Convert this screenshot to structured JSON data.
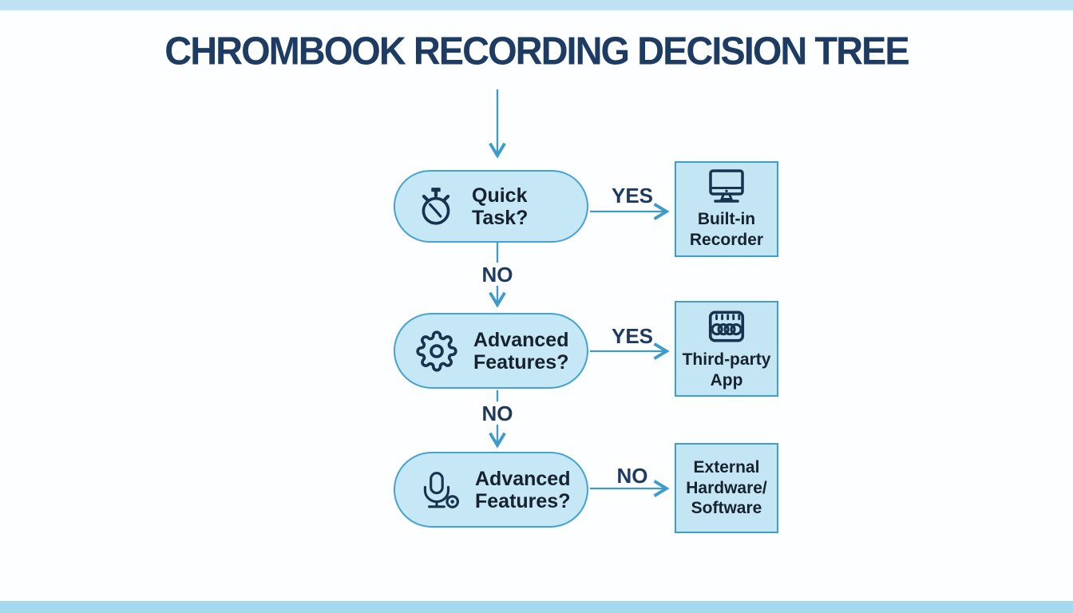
{
  "page": {
    "title": "CHROMBOOK RECORDING DECISION TREE"
  },
  "colors": {
    "accent_arrow": "#3e9bc9",
    "node_fill": "#c6e7f5",
    "node_border": "#44a3d0",
    "box_fill": "#c4e5f3",
    "box_border": "#3f9fcb",
    "title_color": "#1d3b63",
    "text_dark": "#16222f",
    "label_color": "#1e3a5f",
    "top_bar": "#bce2f3",
    "bottom_bar": "#a4d9f0"
  },
  "flow": {
    "nodes": [
      {
        "id": "quick-task",
        "icon": "stopwatch-icon",
        "lines": [
          "Quick Task?"
        ]
      },
      {
        "id": "advanced-features-1",
        "icon": "gear-icon",
        "lines": [
          "Advanced",
          "Features?"
        ]
      },
      {
        "id": "advanced-features-2",
        "icon": "microphone-icon",
        "lines": [
          "Advanced",
          "Features?"
        ]
      }
    ],
    "outcomes": [
      {
        "id": "built-in-recorder",
        "icon": "monitor-icon",
        "lines": [
          "Built-in",
          "Recorder"
        ]
      },
      {
        "id": "third-party-app",
        "icon": "calendar-icon",
        "lines": [
          "Third-party",
          "App"
        ]
      },
      {
        "id": "external-hardware-software",
        "icon": null,
        "lines": [
          "External",
          "Hardware/",
          "Software"
        ]
      }
    ],
    "edges": [
      {
        "from": "start",
        "to": "quick-task",
        "label": ""
      },
      {
        "from": "quick-task",
        "to": "built-in-recorder",
        "label": "YES"
      },
      {
        "from": "quick-task",
        "to": "advanced-features-1",
        "label": "NO"
      },
      {
        "from": "advanced-features-1",
        "to": "third-party-app",
        "label": "YES"
      },
      {
        "from": "advanced-features-1",
        "to": "advanced-features-2",
        "label": "NO"
      },
      {
        "from": "advanced-features-2",
        "to": "external-hardware-software",
        "label": "NO"
      }
    ]
  }
}
